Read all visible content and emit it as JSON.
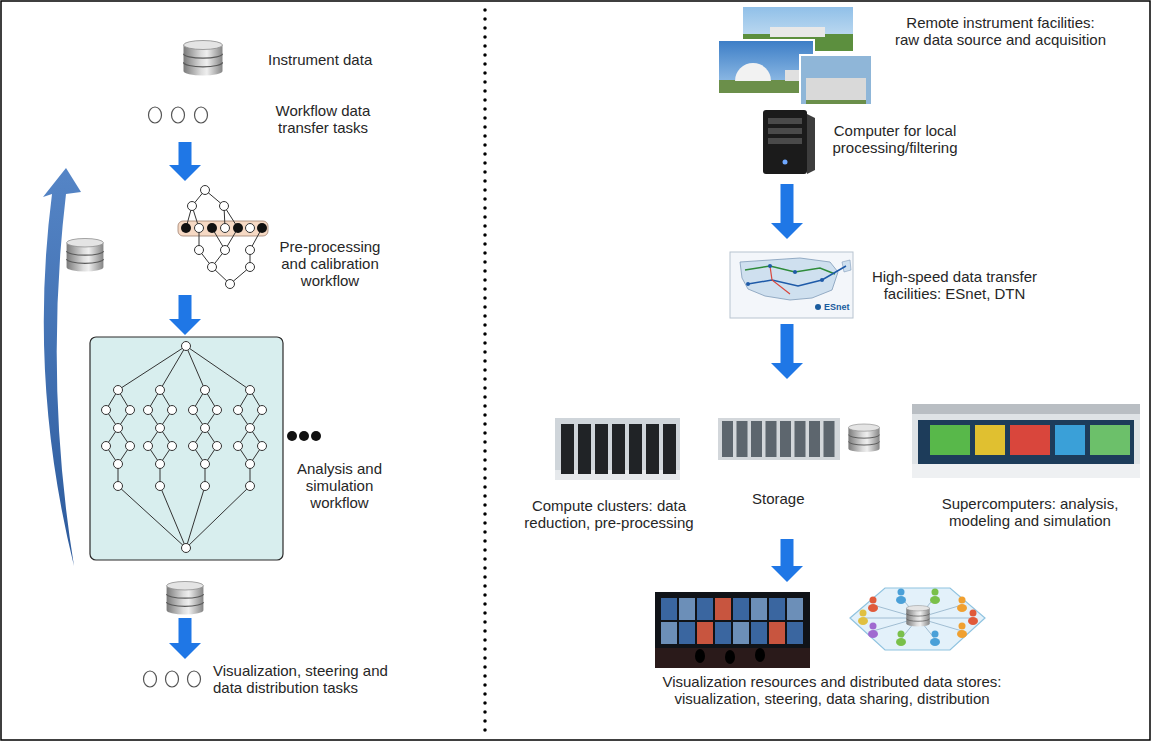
{
  "diagram": {
    "nodes": [
      {
        "text": [
          "Instrument data"
        ]
      },
      {
        "text": [
          "Workflow data transfer tasks"
        ]
      },
      {
        "text": [
          "Pre-processing and calibration workflow"
        ]
      },
      {
        "text": [
          "Analysis and simulation workflow"
        ]
      },
      {
        "text": [
          "Visualization, steering and data distribution tasks"
        ]
      },
      {
        "text": [
          "Remote instrument facilities: raw data source and acquisition"
        ]
      },
      {
        "text": [
          "Computer for local processing/filtering"
        ]
      },
      {
        "text": [
          "High-speed data transfer facilities: ESnet, DTN"
        ]
      },
      {
        "text": [
          "Compute clusters: data reduction, pre-processing"
        ]
      },
      {
        "text": [
          "Storage"
        ]
      },
      {
        "text": [
          "Supercomputers: analysis, modeling and simulation"
        ]
      },
      {
        "text": [
          "Visualization resources and distributed data stores: visualization, steering, data sharing, distribution"
        ]
      }
    ],
    "edges": [
      {
        "from": 1,
        "to": 2,
        "arrow": "to"
      },
      {
        "from": 2,
        "to": 3,
        "arrow": "to"
      },
      {
        "from": 3,
        "to": 4,
        "arrow": "to"
      },
      {
        "from": 6,
        "to": 7,
        "arrow": "to"
      },
      {
        "from": 7,
        "to": 9,
        "arrow": "to"
      },
      {
        "from": 9,
        "to": 11,
        "arrow": "to"
      }
    ],
    "labels": [
      "ESnet"
    ]
  }
}
